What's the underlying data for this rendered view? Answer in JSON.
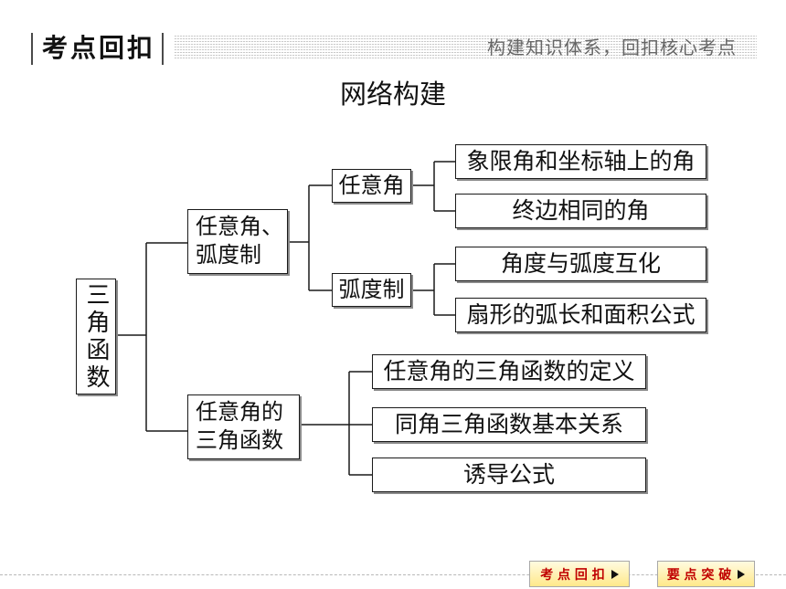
{
  "header": {
    "title": "考点回扣",
    "subtitle": "构建知识体系，回扣核心考点"
  },
  "section_title": "网络构建",
  "diagram": {
    "root": "三角函数",
    "branches": [
      {
        "label_lines": [
          "任意角、",
          "弧度制"
        ],
        "children": [
          {
            "label": "任意角",
            "children": [
              "象限角和坐标轴上的角",
              "终边相同的角"
            ]
          },
          {
            "label": "弧度制",
            "children": [
              "角度与弧度互化",
              "扇形的弧长和面积公式"
            ]
          }
        ]
      },
      {
        "label_lines": [
          "任意角的",
          "三角函数"
        ],
        "children": [
          "任意角的三角函数的定义",
          "同角三角函数基本关系",
          "诱导公式"
        ]
      }
    ]
  },
  "footer_nav": [
    {
      "label": "考 点 回 扣",
      "icon": "play-triangle-icon"
    },
    {
      "label": "要 点 突 破",
      "icon": "play-triangle-icon"
    }
  ],
  "colors": {
    "nav_text": "#c00000",
    "nav_background": "#ffe98a",
    "subtitle_text": "#666666",
    "box_border": "#1a1a1a"
  }
}
